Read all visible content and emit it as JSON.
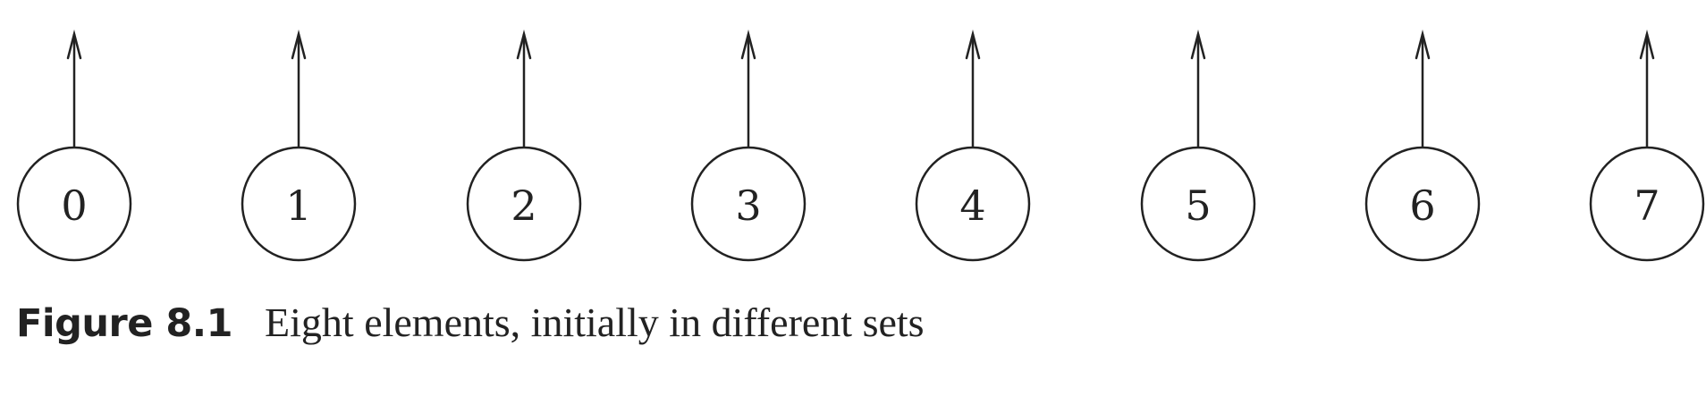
{
  "figure": {
    "label": "Figure 8.1",
    "caption": "Eight elements, initially in different sets"
  },
  "diagram": {
    "nodes": [
      {
        "label": "0"
      },
      {
        "label": "1"
      },
      {
        "label": "2"
      },
      {
        "label": "3"
      },
      {
        "label": "4"
      },
      {
        "label": "5"
      },
      {
        "label": "6"
      },
      {
        "label": "7"
      }
    ],
    "stroke_color": "#222222"
  }
}
